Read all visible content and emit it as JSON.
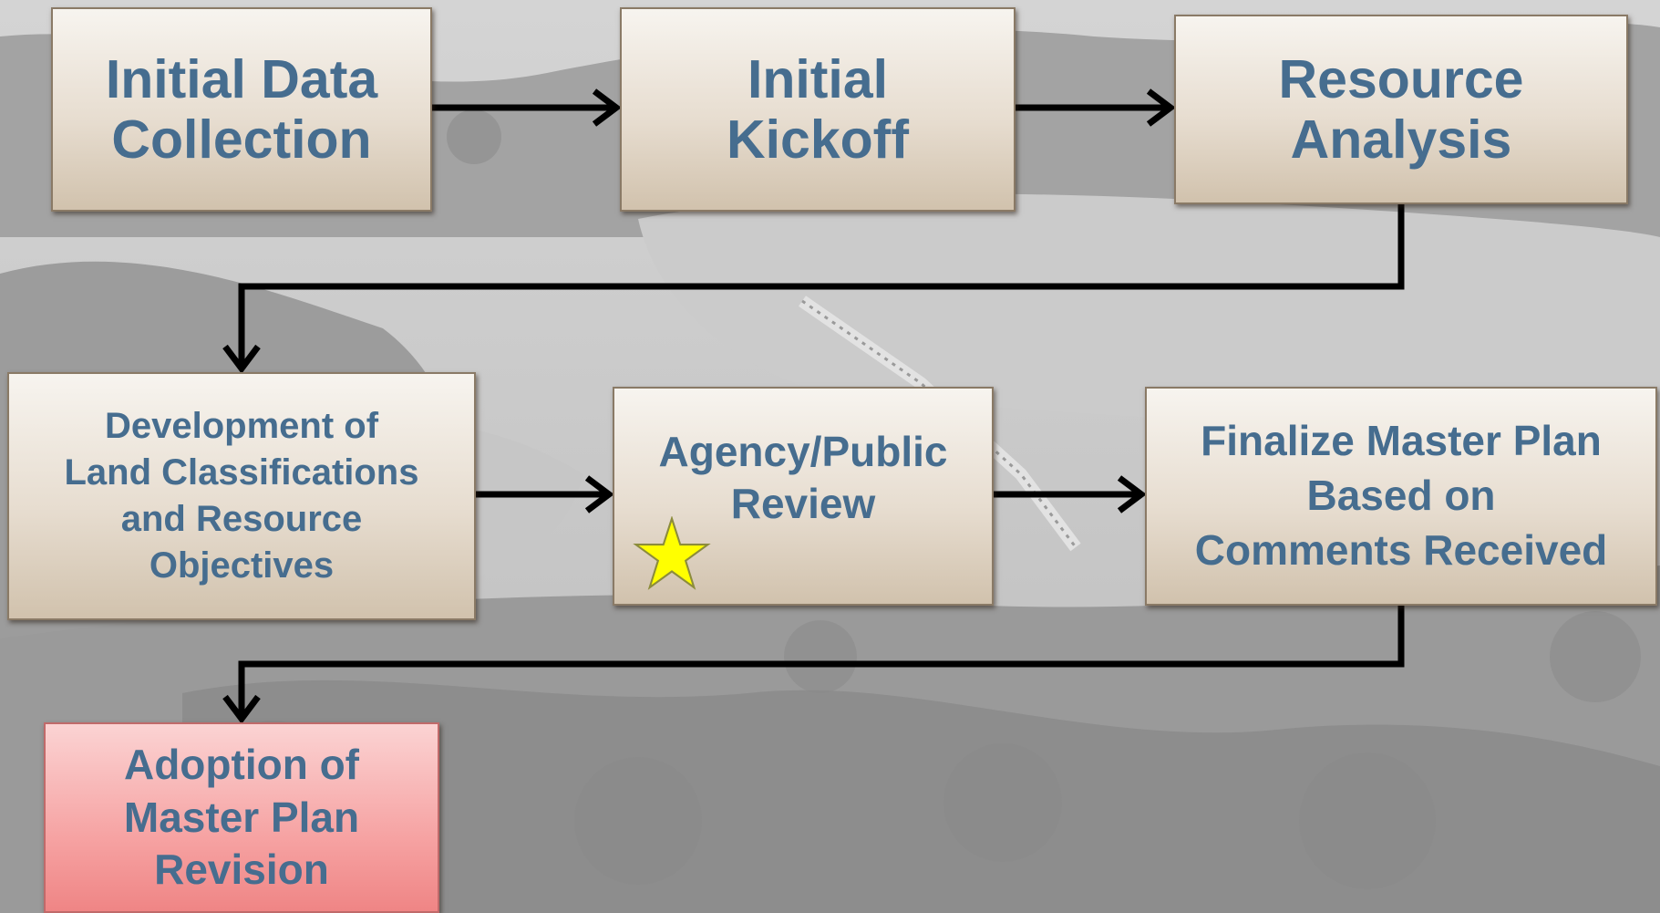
{
  "diagram": {
    "steps": [
      {
        "id": "step-1",
        "label": "Initial Data\nCollection"
      },
      {
        "id": "step-2",
        "label": "Initial\nKickoff"
      },
      {
        "id": "step-3",
        "label": "Resource\nAnalysis"
      },
      {
        "id": "step-4",
        "label": "Development of\nLand Classifications\nand Resource\nObjectives"
      },
      {
        "id": "step-5",
        "label": "Agency/Public\nReview",
        "marker": "star-icon"
      },
      {
        "id": "step-6",
        "label": "Finalize Master Plan\nBased on\nComments Received"
      },
      {
        "id": "step-7",
        "label": "Adoption of\nMaster Plan\nRevision"
      }
    ],
    "connections": [
      [
        "step-1",
        "step-2"
      ],
      [
        "step-2",
        "step-3"
      ],
      [
        "step-3",
        "step-4"
      ],
      [
        "step-4",
        "step-5"
      ],
      [
        "step-5",
        "step-6"
      ],
      [
        "step-6",
        "step-7"
      ]
    ],
    "colors": {
      "box_text": "#466d8f",
      "box_fill": "#e7ddd0",
      "final_box_fill": "#f6a3a3",
      "arrow": "#000000",
      "star": "#ffff00"
    },
    "background": "grayscale aerial photo of lake with bridge and hills"
  }
}
